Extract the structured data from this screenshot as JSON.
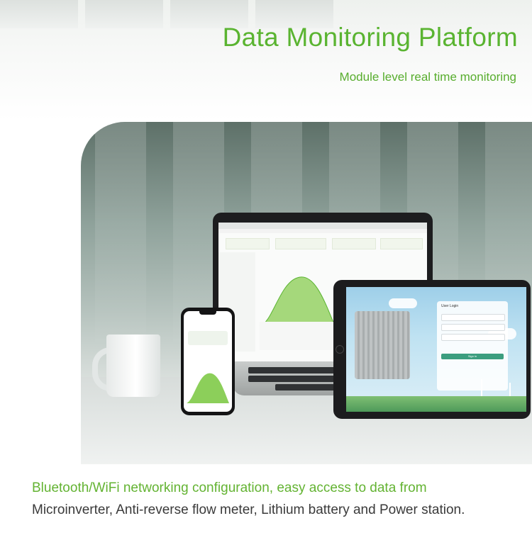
{
  "header": {
    "title": "Data Monitoring Platform",
    "subtitle": "Module level real time monitoring"
  },
  "footer": {
    "line1": "Bluetooth/WiFi networking configuration, easy access to data from",
    "line2": "Microinverter, Anti-reverse flow meter,  Lithium battery and Power station."
  },
  "devices": {
    "laptop": {
      "icon": "laptop-icon",
      "content": "monitoring-dashboard"
    },
    "phone": {
      "icon": "smartphone-icon",
      "content": "mobile-app"
    },
    "tablet": {
      "icon": "tablet-icon",
      "login_title": "User Login",
      "login_button": "Sign in"
    }
  },
  "colors": {
    "accent_green": "#5ab431",
    "text_dark": "#3a3a3a"
  }
}
